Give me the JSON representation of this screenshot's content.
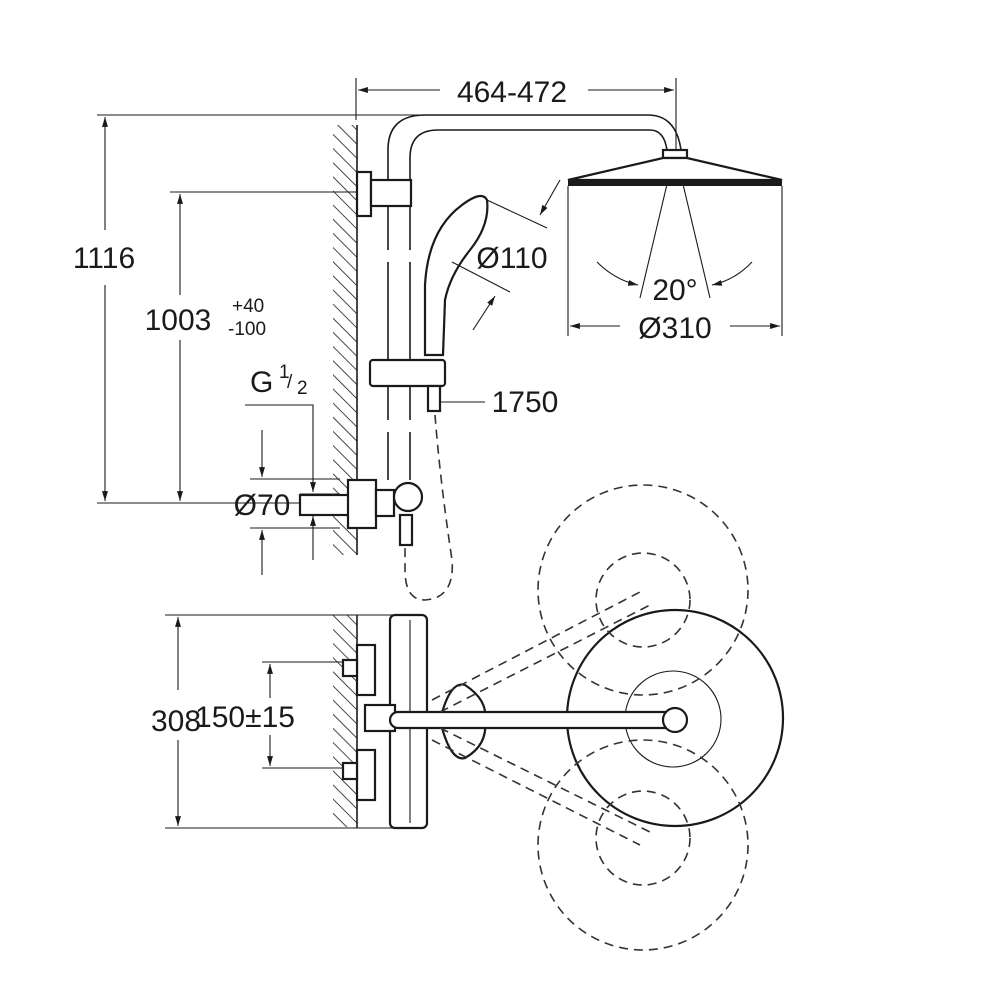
{
  "drawing": {
    "dimensions": {
      "arm_length": "464-472",
      "total_height": "1116",
      "rail_height": "1003",
      "rail_height_tol_plus": "+40",
      "rail_height_tol_minus": "-100",
      "connection_thread": "G",
      "thread_num": "1",
      "thread_den": "2",
      "escutcheon_dia": "Ø70",
      "hand_shower_dia": "Ø110",
      "head_shower_dia": "Ø310",
      "spray_angle": "20°",
      "hose_length": "1750",
      "thermostat_height": "308",
      "centers": "150±15"
    },
    "line_color": "#1a1a1a",
    "background": "#ffffff"
  }
}
